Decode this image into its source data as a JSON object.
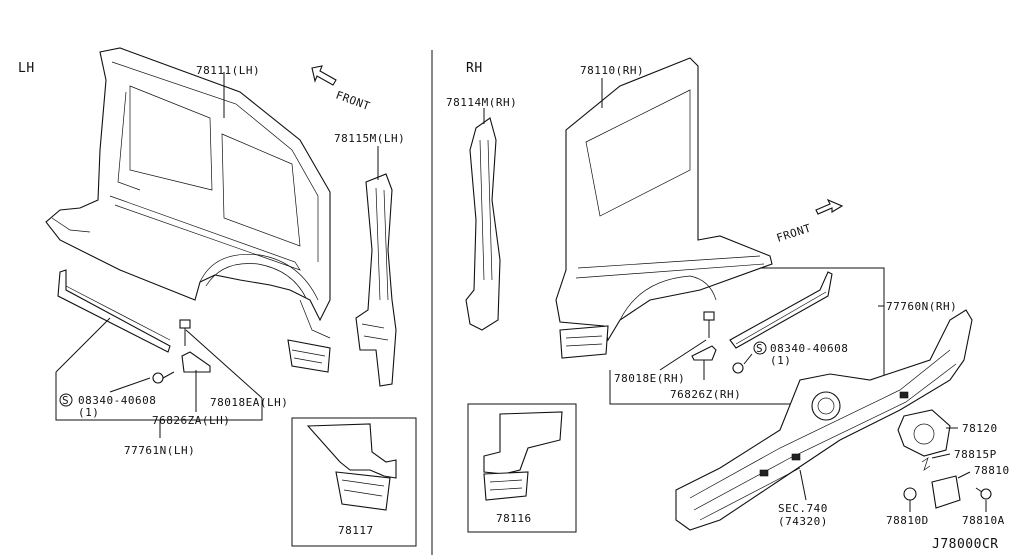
{
  "left_panel": {
    "side_label": "LH",
    "front_label": "FRONT",
    "parts": {
      "outer_panel": "78111(LH)",
      "pillar": "78115M(LH)",
      "sill_assy": "77761N(LH)",
      "filler": "78018EA(LH)",
      "bracket": "76826ZA(LH)",
      "screw_code": "08340-40608",
      "screw_qty": "(1)",
      "screw_mark": "S"
    },
    "inset": {
      "part": "78117"
    }
  },
  "right_panel": {
    "side_label": "RH",
    "front_label": "FRONT",
    "parts": {
      "outer_panel": "78110(RH)",
      "pillar": "78114M(RH)",
      "sill_assy": "77760N(RH)",
      "filler": "78018E(RH)",
      "bracket": "76826Z(RH)",
      "screw_code": "08340-40608",
      "screw_qty": "(1)",
      "screw_mark": "S",
      "lid_housing": "78120",
      "spring": "78815P",
      "lid": "78810",
      "bumper": "78810D",
      "screw_lid": "78810A",
      "section_ref": "SEC.740",
      "section_sub": "(74320)"
    },
    "inset": {
      "part": "78116"
    }
  },
  "diagram_code": "J78000CR"
}
